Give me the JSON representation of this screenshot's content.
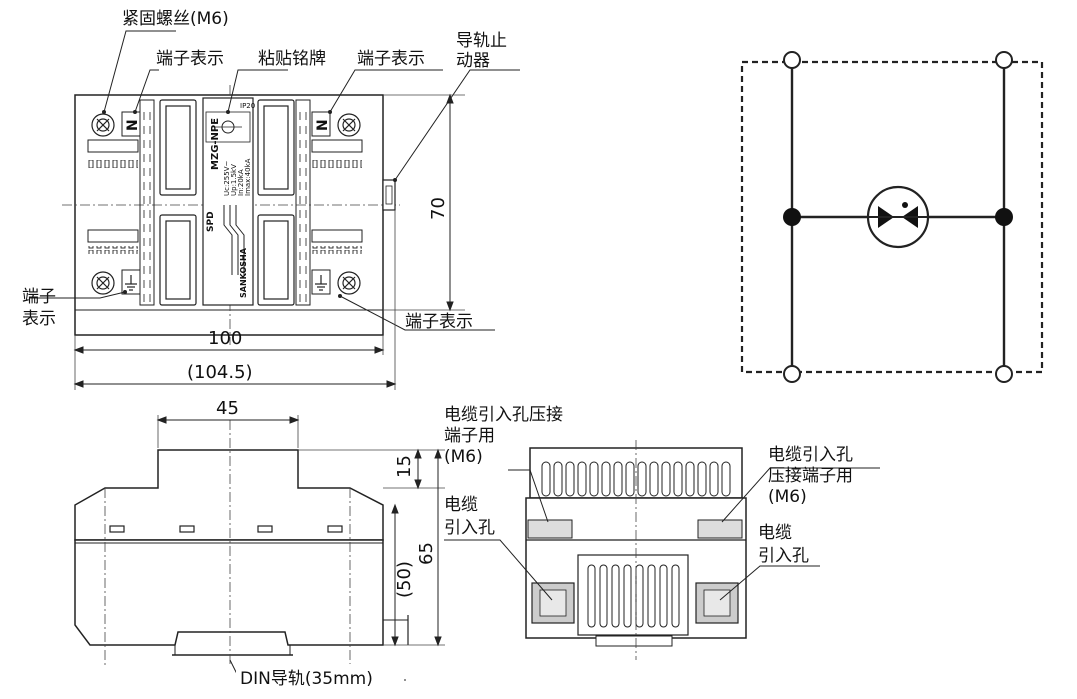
{
  "top_view": {
    "screw_label": "紧固螺丝(M6)",
    "terminal_display_left": "端子表示",
    "nameplate_label": "粘贴铭牌",
    "terminal_display_right": "端子表示",
    "rail_stopper_line1": "导轨止",
    "rail_stopper_line2": "动器",
    "terminal_display_bl_line1": "端子",
    "terminal_display_bl_line2": "表示",
    "terminal_display_br": "端子表示",
    "dim_width": "100",
    "dim_width_overall": "(104.5)",
    "dim_height": "70",
    "mark_n_left": "N",
    "mark_n_right": "N",
    "nameplate": {
      "model": "MZG-NPE",
      "spd": "SPD",
      "brand": "SANKOSHA",
      "rating_code": "IP20",
      "spec_lines": [
        "Uc:255V~",
        "Up:1.5kV",
        "In:20kA",
        "Imax:40kA"
      ]
    }
  },
  "side_view": {
    "dim_top_width": "45",
    "dim_15": "15",
    "dim_65": "65",
    "dim_50": "(50)",
    "din_rail_label": "DIN导轨(35mm)"
  },
  "front_view": {
    "crimp_label_line1": "电缆引入孔压接",
    "crimp_label_line2": "端子用",
    "crimp_label_line3": "(M6)",
    "cable_hole_left_line1": "电缆",
    "cable_hole_left_line2": "引入孔",
    "crimp_label_r_line1": "电缆引入孔",
    "crimp_label_r_line2": "压接端子用",
    "crimp_label_r_line3": "(M6)",
    "cable_hole_right_line1": "电缆",
    "cable_hole_right_line2": "引入孔"
  }
}
